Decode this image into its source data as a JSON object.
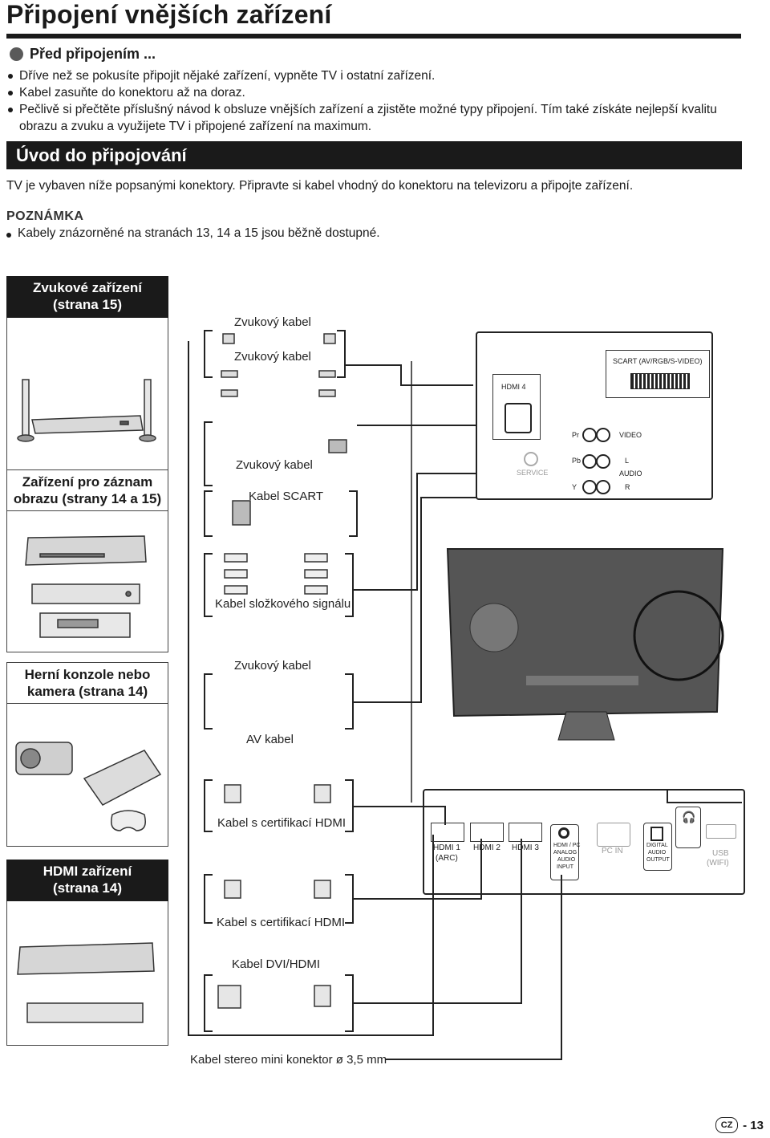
{
  "page_title": "Připojení vnějších zařízení",
  "before": {
    "heading": "Před připojením ...",
    "bullets": [
      "Dříve než se pokusíte připojit nějaké zařízení, vypněte TV i ostatní zařízení.",
      "Kabel zasuňte do konektoru až na doraz.",
      "Pečlivě si přečtěte příslušný návod k obsluze vnějších zařízení a zjistěte možné typy připojení. Tím také získáte nejlepší kvalitu obrazu a zvuku a využijete TV i připojené zařízení na maximum."
    ]
  },
  "section_title": "Úvod do připojování",
  "intro_text": "TV je vybaven níže popsanými konektory. Připravte si kabel vhodný do konektoru na televizoru a připojte zařízení.",
  "note": {
    "title": "POZNÁMKA",
    "text": "Kabely znázorněné na stranách 13, 14 a 15 jsou běžně dostupné."
  },
  "categories": {
    "audio": "Zvukové zařízení\n(strana 15)",
    "recorder": "Zařízení pro záznam\nobrazu (strany 14 a 15)",
    "console": "Herní konzole nebo\nkamera (strana 14)",
    "hdmi": "HDMI zařízení\n(strana 14)"
  },
  "cables": {
    "audio1": "Zvukový kabel",
    "audio2": "Zvukový kabel",
    "audio3": "Zvukový kabel",
    "scart": "Kabel SCART",
    "component": "Kabel složkového signálu",
    "audio4": "Zvukový kabel",
    "av": "AV kabel",
    "hdmi1": "Kabel s certifikací HDMI",
    "hdmi2": "Kabel s certifikací HDMI",
    "dvi": "Kabel DVI/HDMI",
    "stereo_mini": "Kabel stereo mini konektor ø 3,5 mm"
  },
  "side_panel": {
    "hdmi4": "HDMI 4",
    "scart": "SCART (AV/RGB/S-VIDEO)",
    "pr": "Pr",
    "video": "VIDEO",
    "pb": "Pb",
    "y": "Y",
    "l": "L",
    "audio": "AUDIO",
    "r": "R",
    "service": "SERVICE"
  },
  "bottom_panel": {
    "hdmi1": "HDMI 1",
    "arc": "(ARC)",
    "hdmi2": "HDMI 2",
    "hdmi3": "HDMI 3",
    "pc_audio": [
      "HDMI / PC",
      "ANALOG",
      "AUDIO",
      "INPUT"
    ],
    "pc_in": "PC IN",
    "digital": [
      "DIGITAL",
      "AUDIO",
      "OUTPUT"
    ],
    "usb": "USB",
    "wifi": "(WIFI)"
  },
  "footer": {
    "lang": "CZ",
    "page": "- 13"
  }
}
